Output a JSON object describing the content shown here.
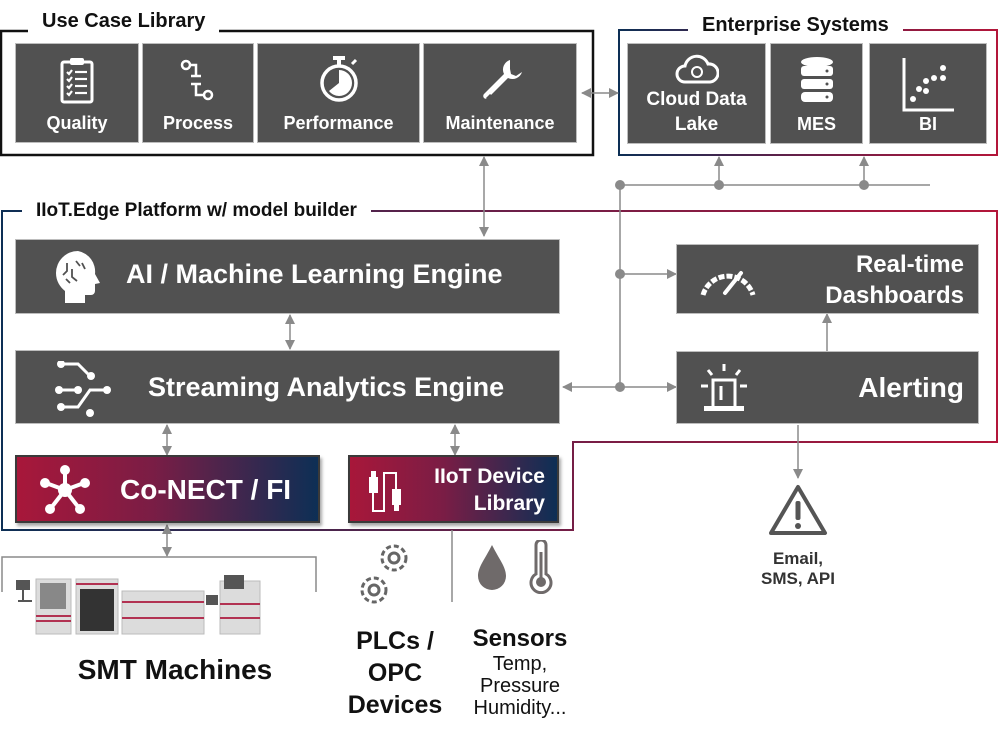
{
  "diagram": {
    "use_case_library": {
      "title": "Use Case Library",
      "tiles": [
        {
          "label": "Quality",
          "icon": "clipboard-checklist-icon"
        },
        {
          "label": "Process",
          "icon": "process-flow-icon"
        },
        {
          "label": "Performance",
          "icon": "stopwatch-icon"
        },
        {
          "label": "Maintenance",
          "icon": "wrench-icon"
        }
      ]
    },
    "enterprise_systems": {
      "title": "Enterprise Systems",
      "tiles": [
        {
          "label": "Cloud Data Lake",
          "line1": "Cloud Data",
          "line2": "Lake",
          "icon": "cloud-sync-icon"
        },
        {
          "label": "MES",
          "icon": "database-icon"
        },
        {
          "label": "BI",
          "icon": "scatter-plot-icon"
        }
      ]
    },
    "platform": {
      "title": "IIoT.Edge Platform w/ model builder",
      "ai_engine": {
        "label": "AI / Machine Learning Engine",
        "icon": "brain-head-icon"
      },
      "streaming_engine": {
        "label": "Streaming Analytics Engine",
        "icon": "data-streams-icon"
      },
      "dashboards": {
        "line1": "Real-time",
        "line2": "Dashboards",
        "icon": "speedometer-icon"
      },
      "alerting": {
        "label": "Alerting",
        "icon": "siren-icon"
      },
      "connect": {
        "label": "Co-NECT / FI",
        "icon": "network-hub-icon"
      },
      "device_library": {
        "line1": "IIoT Device",
        "line2": "Library",
        "icon": "usb-cable-icon"
      }
    },
    "notifications": {
      "icon": "warning-triangle-icon",
      "line1": "Email,",
      "line2": "SMS, API"
    },
    "sources": {
      "smt": {
        "label": "SMT Machines"
      },
      "plcs": {
        "line1": "PLCs /",
        "line2": "OPC",
        "line3": "Devices",
        "icon": "gears-icon"
      },
      "sensors": {
        "title": "Sensors",
        "line1": "Temp,",
        "line2": "Pressure",
        "line3": "Humidity...",
        "icons": [
          "water-drop-icon",
          "thermometer-icon"
        ]
      }
    },
    "colors": {
      "box": "#515151",
      "crimson": "#a8173a",
      "navy": "#0d2f55",
      "connector": "#8a8a8a"
    }
  }
}
